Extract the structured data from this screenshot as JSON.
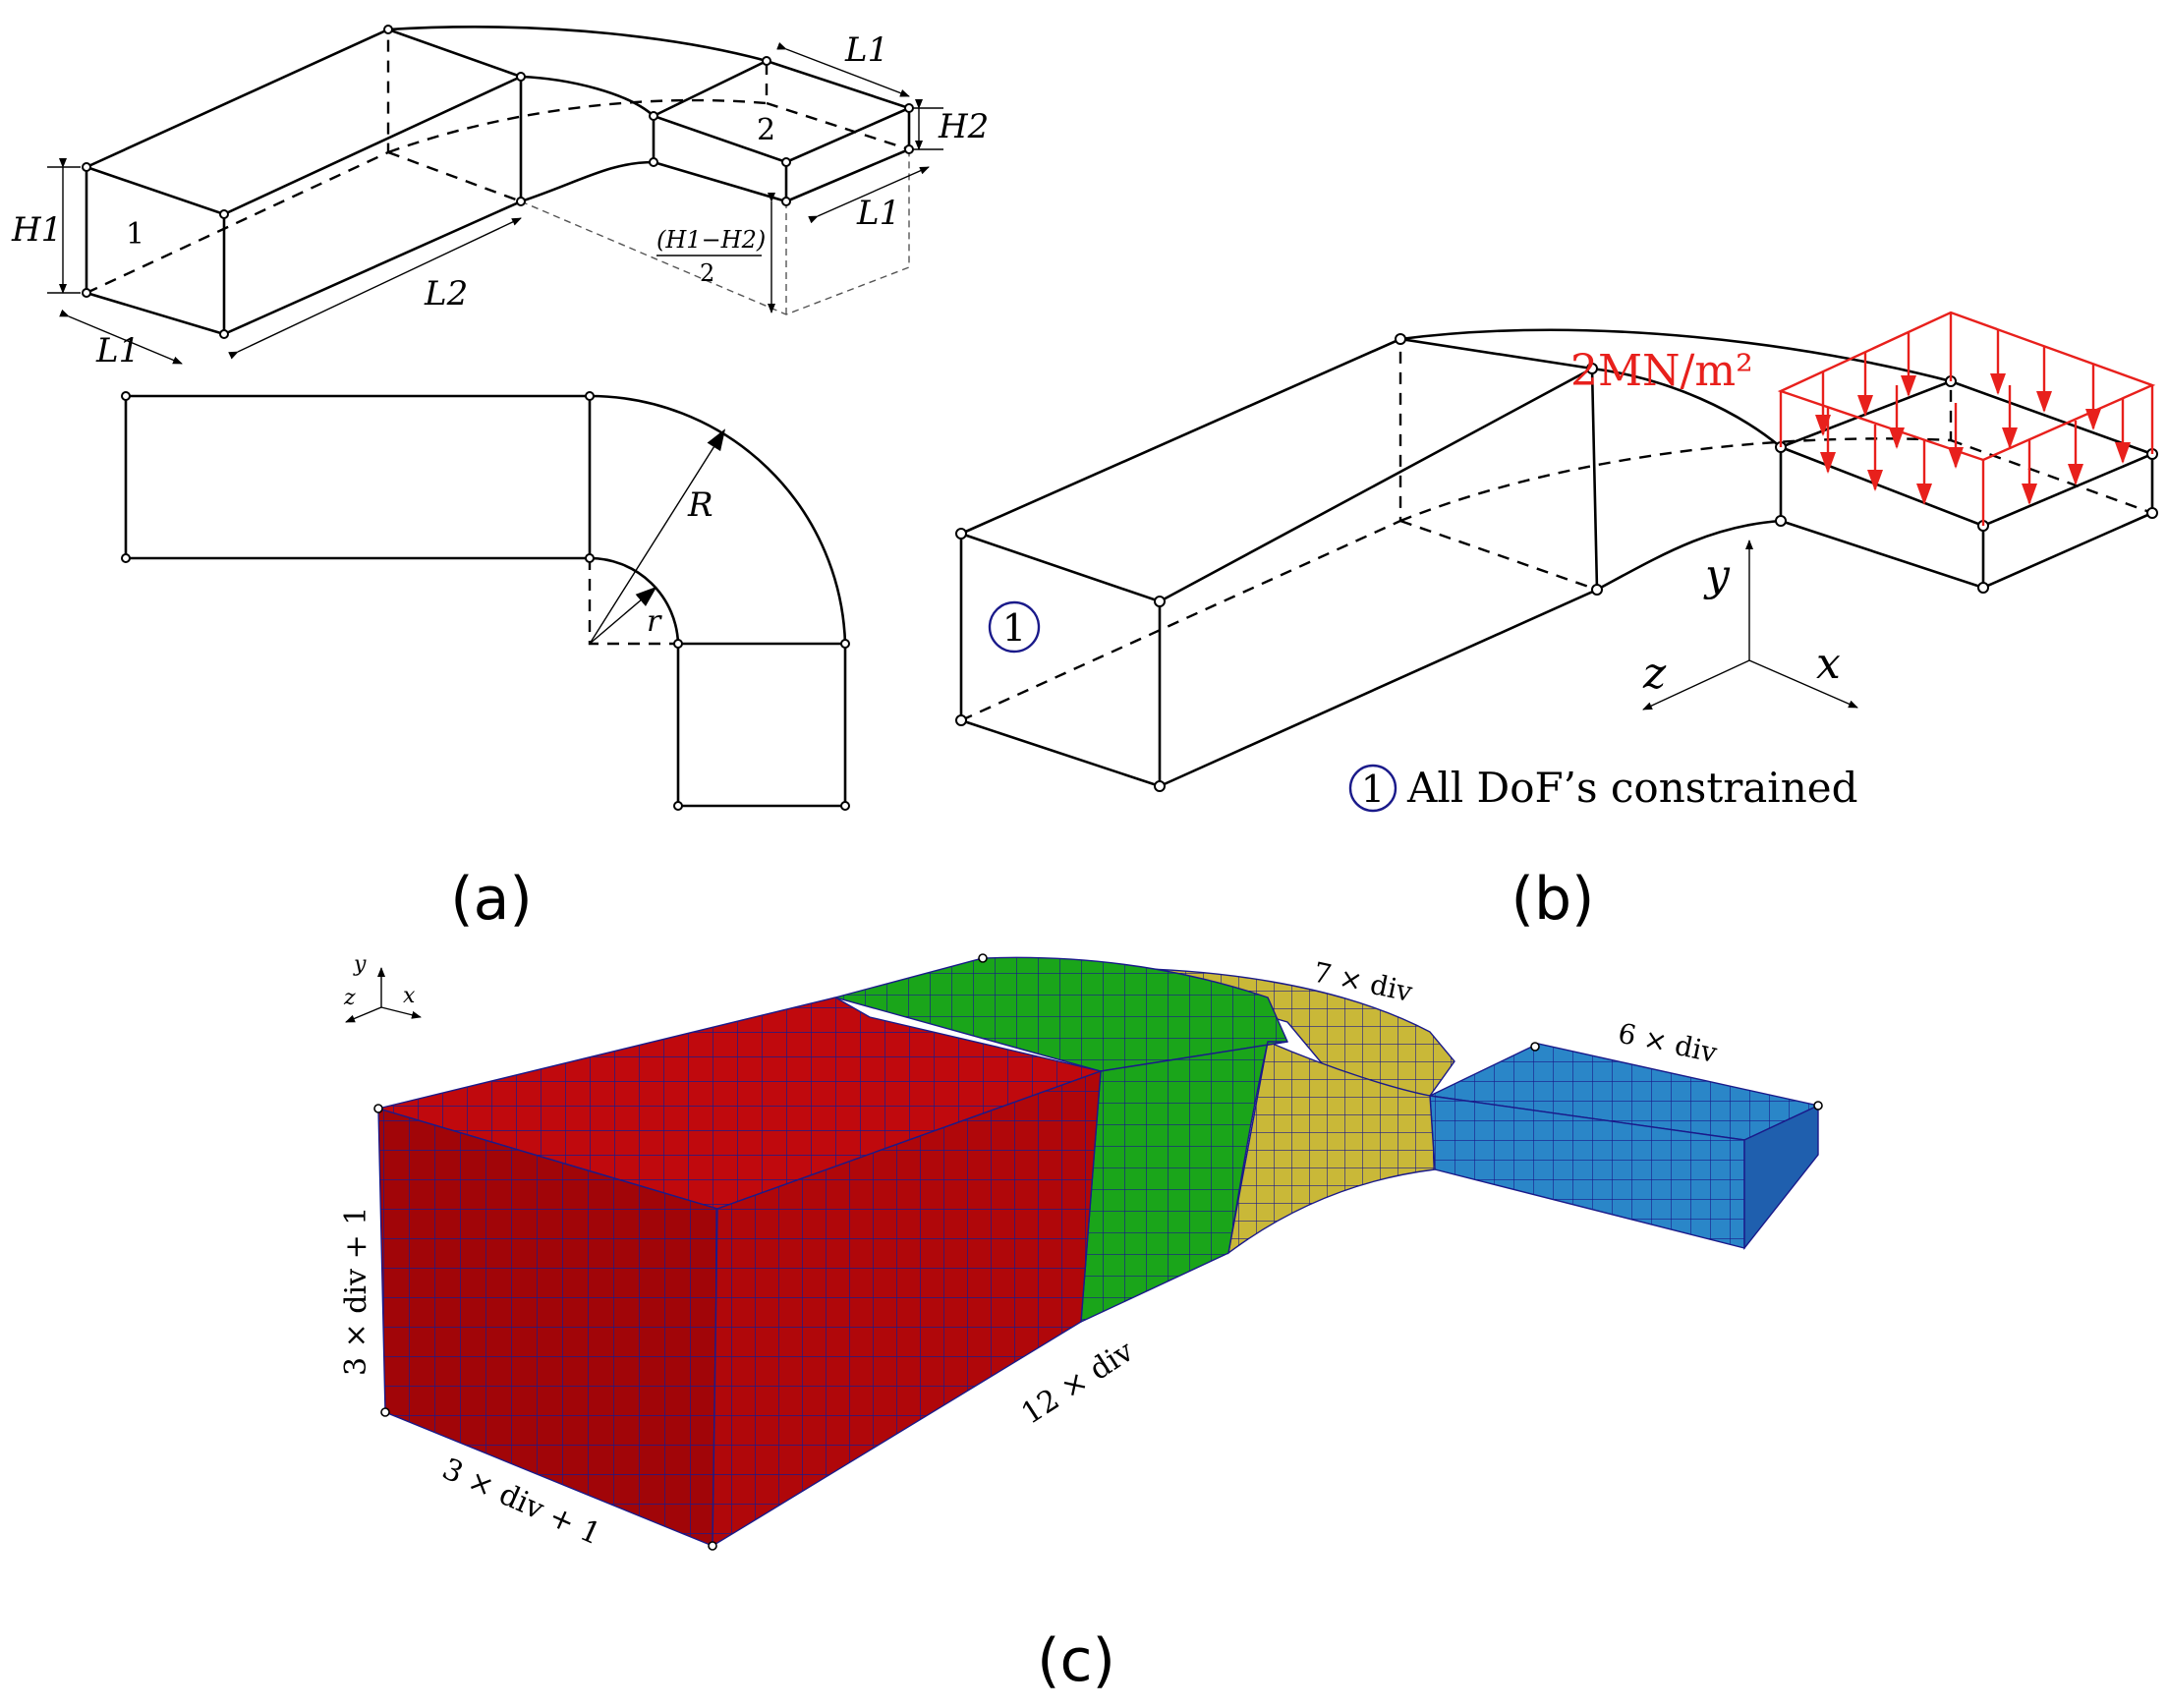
{
  "colors": {
    "load": "#e8201c",
    "mesh_red": "#c0090d",
    "mesh_green": "#1aa51a",
    "mesh_yellow": "#c9b838",
    "mesh_blue": "#2a86c8",
    "mesh_lines": "#1a1a8a",
    "node_circle": "#1a1a8a"
  },
  "panel_a": {
    "caption": "(a)",
    "labels": {
      "L1_top": "L1",
      "H2": "H2",
      "region2": "2",
      "H1": "H1",
      "region1": "1",
      "L2": "L2",
      "offset_num": "(H1−H2)",
      "offset_den": "2",
      "L1_right": "L1",
      "L1_bottom": "L1",
      "R": "R",
      "r": "r"
    }
  },
  "panel_b": {
    "caption": "(b)",
    "load_label": "2MN/m²",
    "node_marker": "1",
    "axis_y": "y",
    "axis_z": "z",
    "axis_x": "x",
    "legend_marker": "1",
    "legend_text": "All DoF’s constrained"
  },
  "panel_c": {
    "caption": "(c)",
    "axis_y": "y",
    "axis_z": "z",
    "axis_x": "x",
    "div_bend": "7 × div",
    "div_outlet": "6 × div",
    "div_height": "3 × div + 1",
    "div_width": "3 × div + 1",
    "div_length": "12 × div"
  }
}
